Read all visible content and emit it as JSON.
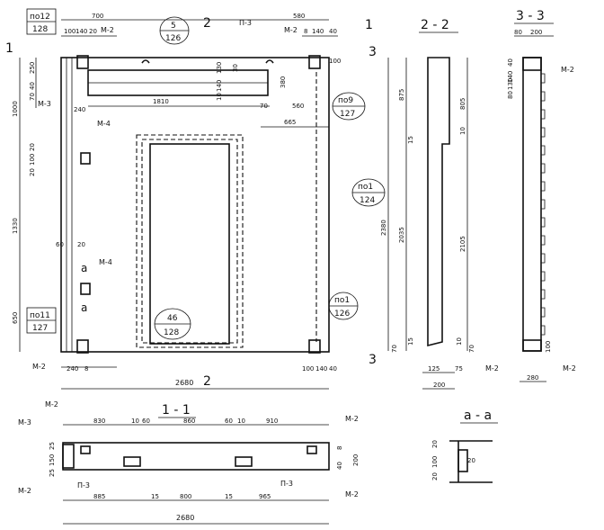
{
  "sections": {
    "s11_marker": "1",
    "s22_marker": "2",
    "s22_title": "2 - 2",
    "s33_title": "3 - 3",
    "s33_marker": "3",
    "s11_title": "1 - 1",
    "aa_title": "a - a",
    "a_marker": "a"
  },
  "callouts": [
    {
      "num": "по12",
      "sheet": "128"
    },
    {
      "num": "5",
      "sheet": "126"
    },
    {
      "num": "по9",
      "sheet": "127"
    },
    {
      "num": "по1",
      "sheet": "124"
    },
    {
      "num": "по11",
      "sheet": "127"
    },
    {
      "num": "по1",
      "sheet": "126"
    },
    {
      "num": "46",
      "sheet": "128"
    }
  ],
  "labels": {
    "m2": "М-2",
    "m3": "М-3",
    "m4": "М-4",
    "p3": "П-3"
  },
  "dims_front": {
    "top_700": "700",
    "top_580": "580",
    "d100a": "100",
    "d140a": "140",
    "d20a": "20",
    "d8a": "8",
    "d140b": "140",
    "d40a": "40",
    "d1810": "1810",
    "d665": "665",
    "d560": "560",
    "d380": "380",
    "d30": "30",
    "d130": "130",
    "d140c": "140",
    "d10": "10",
    "d70": "70",
    "d240a": "240",
    "d100b": "100",
    "left_1000": "1000",
    "left_1330": "1330",
    "left_650": "650",
    "left_250": "250",
    "left_40": "40",
    "left_70": "70",
    "left_20a": "20",
    "left_100a": "100",
    "left_20b": "20",
    "left_60": "60",
    "left_20c": "20",
    "bot_240": "240",
    "bot_8": "8",
    "bot_100": "100",
    "bot_140": "140",
    "bot_40": "40",
    "bot_2680": "2680"
  },
  "dims_22": {
    "d875": "875",
    "d2035": "2035",
    "d2380": "2380",
    "d805": "805",
    "d2105": "2105",
    "d15a": "15",
    "d10a": "10",
    "d70a": "70",
    "d70b": "70",
    "d15b": "15",
    "d10b": "10",
    "d125": "125",
    "d75": "75",
    "d200": "200"
  },
  "dims_33": {
    "d80": "80",
    "d200top": "200",
    "d40": "40",
    "d140": "140",
    "d80b": "80",
    "d130": "130",
    "d280": "280",
    "d100": "100"
  },
  "dims_11": {
    "d830": "830",
    "d860": "860",
    "d910": "910",
    "d10": "10",
    "d60a": "60",
    "d60b": "60",
    "d10b": "10",
    "d885": "885",
    "d800": "800",
    "d965": "965",
    "d15a": "15",
    "d15b": "15",
    "d2680": "2680",
    "d25a": "25",
    "d150": "150",
    "d25b": "25",
    "d200": "200",
    "d8": "8",
    "d40": "40"
  },
  "dims_aa": {
    "d20a": "20",
    "d100": "100",
    "d20b": "20",
    "d20c": "20"
  }
}
